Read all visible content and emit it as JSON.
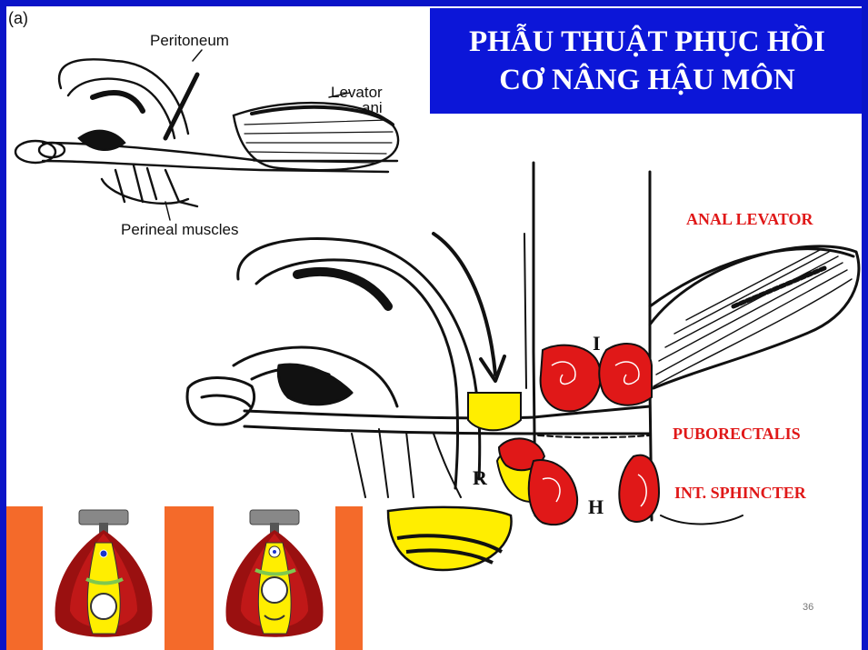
{
  "title": {
    "line1": "PHẪU THUẬT PHỤC HỒI",
    "line2": "CƠ NÂNG HẬU MÔN"
  },
  "small_figure": {
    "panel": "(a)",
    "labels": {
      "peritoneum": "Peritoneum",
      "levator_line1": "Levator",
      "levator_line2": "ani",
      "perineal": "Perineal muscles"
    }
  },
  "large_figure": {
    "labels": {
      "anal_levator": "ANAL LEVATOR",
      "puborectalis": "PUBORECTALIS",
      "int_sphincter": "INT. SPHINCTER"
    },
    "letters": {
      "i": "I",
      "r": "R",
      "h": "H"
    }
  },
  "page_number": "36",
  "colors": {
    "frame": "#0a14c8",
    "title_bg": "#0c16d8",
    "label_red": "#e01818",
    "highlight_yellow": "#ffee00",
    "muscle_red": "#e01818",
    "thumb_bg": "#f46a2a"
  }
}
